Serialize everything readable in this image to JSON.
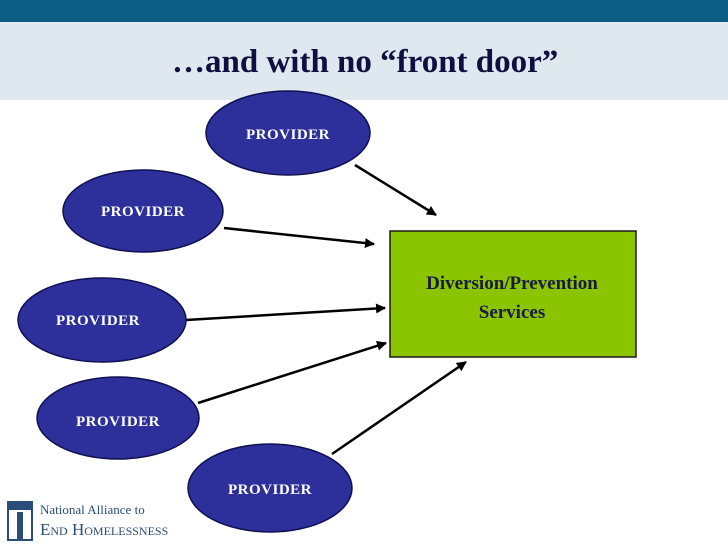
{
  "slide": {
    "title": "…and with no “front door”"
  },
  "diagram": {
    "providers": [
      {
        "id": "p1",
        "label": "PROVIDER"
      },
      {
        "id": "p2",
        "label": "PROVIDER"
      },
      {
        "id": "p3",
        "label": "PROVIDER"
      },
      {
        "id": "p4",
        "label": "PROVIDER"
      },
      {
        "id": "p5",
        "label": "PROVIDER"
      }
    ],
    "target": {
      "line1": "Diversion/Prevention",
      "line2": "Services"
    },
    "colors": {
      "provider_fill": "#2d2f9a",
      "provider_stroke": "#0f1050",
      "target_fill": "#8bc400",
      "target_stroke": "#1a1a1a",
      "arrow": "#000000",
      "header_bar": "#0b5d84",
      "header_band": "#dfe8ee"
    }
  },
  "logo": {
    "line1": "National Alliance to",
    "line2": "End Homelessness"
  }
}
